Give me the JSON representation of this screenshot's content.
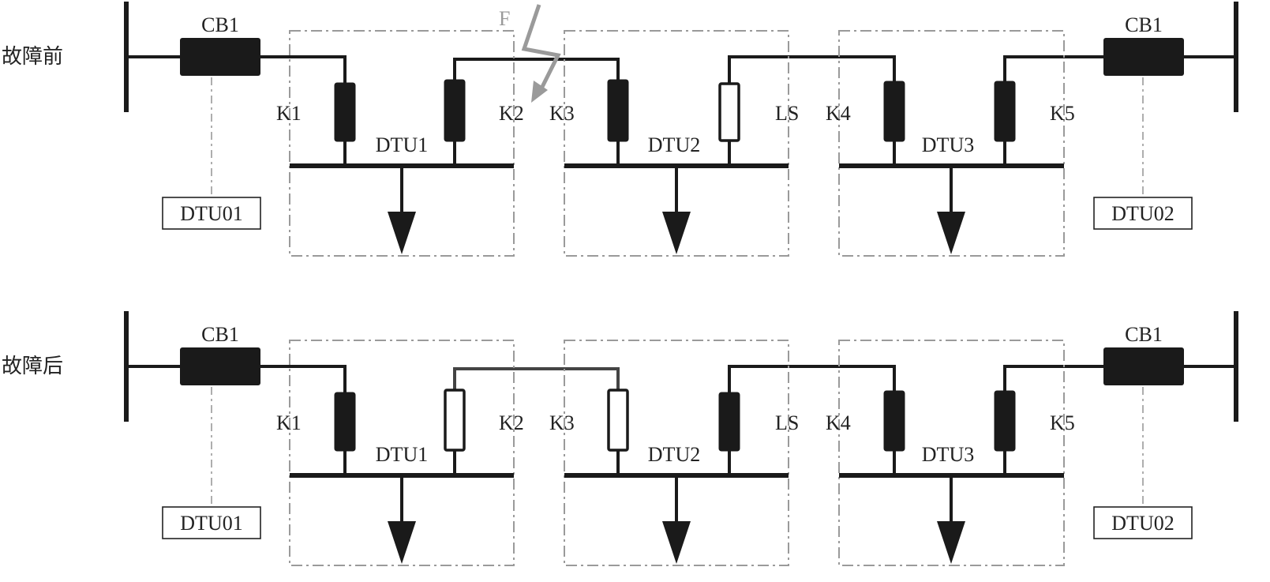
{
  "panels": [
    {
      "state_label": "故障前",
      "breaker_left": "CB1",
      "breaker_right": "CB1",
      "terminal_left": "DTU01",
      "terminal_right": "DTU02",
      "station_labels": [
        "DTU1",
        "DTU2",
        "DTU3"
      ],
      "switch_labels": [
        "K1",
        "K2",
        "K3",
        "LS",
        "K4",
        "K5"
      ],
      "switch_states": [
        "closed",
        "closed",
        "closed",
        "open",
        "closed",
        "closed"
      ],
      "fault_label": "F"
    },
    {
      "state_label": "故障后",
      "breaker_left": "CB1",
      "breaker_right": "CB1",
      "terminal_left": "DTU01",
      "terminal_right": "DTU02",
      "station_labels": [
        "DTU1",
        "DTU2",
        "DTU3"
      ],
      "switch_labels": [
        "K1",
        "K2",
        "K3",
        "LS",
        "K4",
        "K5"
      ],
      "switch_states": [
        "closed",
        "open",
        "open",
        "closed",
        "closed",
        "closed"
      ]
    }
  ],
  "colors": {
    "line": "#1a1a1a",
    "dash_box": "#9a9a9a",
    "fault_arrow": "#9a9a9a"
  }
}
